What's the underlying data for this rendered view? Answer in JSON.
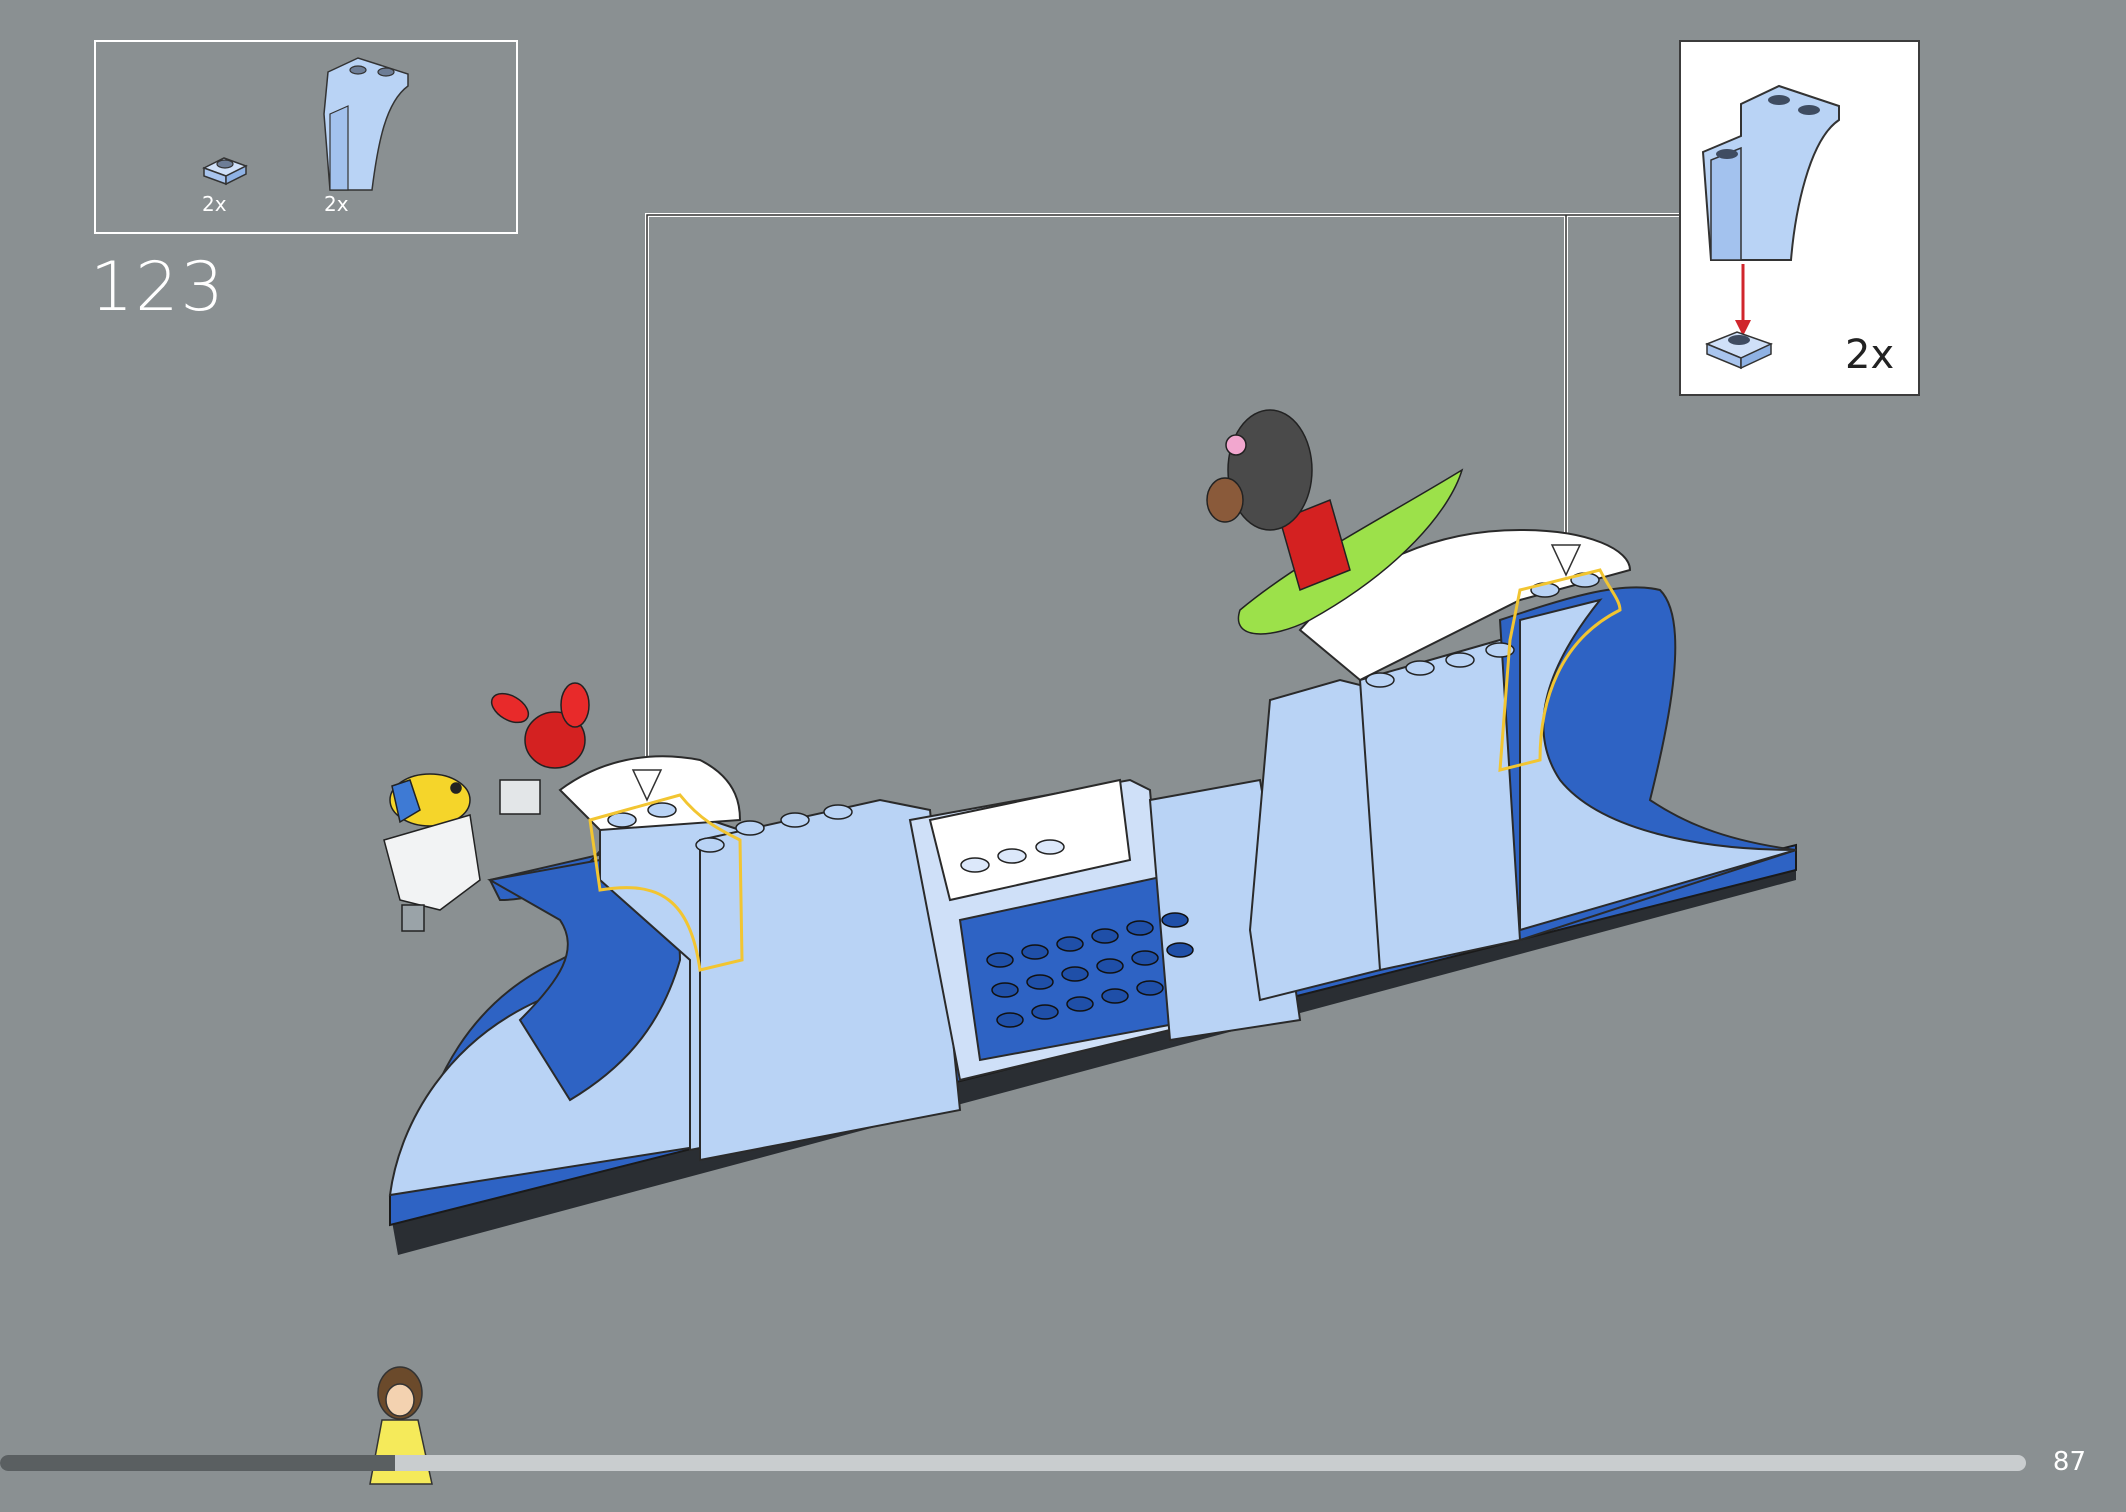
{
  "parts_list": {
    "items": [
      {
        "name": "plate-1x1",
        "qty": "2x"
      },
      {
        "name": "arch-brick",
        "qty": "2x"
      }
    ]
  },
  "step": {
    "number": "123"
  },
  "callout": {
    "qty": "2x"
  },
  "page": {
    "number": "87"
  },
  "progress": {
    "fraction": 0.195
  },
  "colors": {
    "background": "#8a9092",
    "light_blue": "#b9d3f5",
    "dark_blue": "#2e63c4",
    "highlight": "#f2c531",
    "arrow_red": "#d0262c"
  }
}
